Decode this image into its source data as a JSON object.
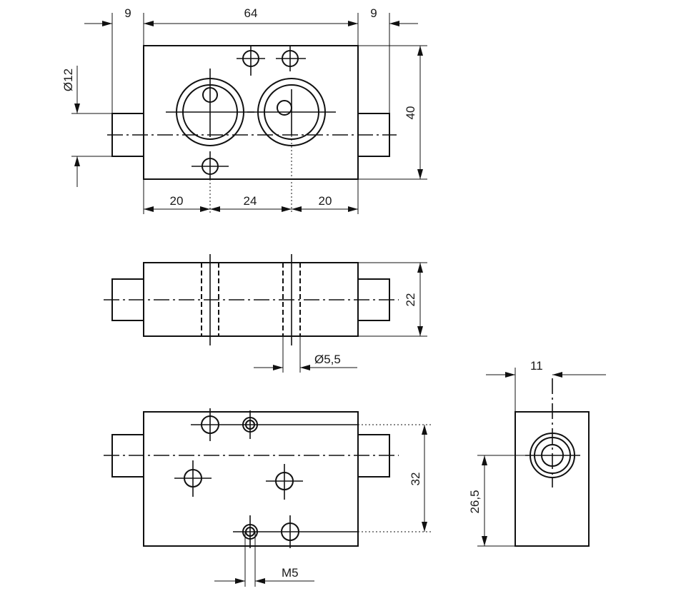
{
  "dimensions": {
    "top_left_9": "9",
    "top_64": "64",
    "top_right_9": "9",
    "dia_12": "Ø12",
    "height_40": "40",
    "bottom_20_left": "20",
    "bottom_24": "24",
    "bottom_20_right": "20",
    "height_22": "22",
    "dia_5_5": "Ø5,5",
    "height_32": "32",
    "thread_m5": "M5",
    "width_11": "11",
    "height_26_5": "26,5"
  }
}
